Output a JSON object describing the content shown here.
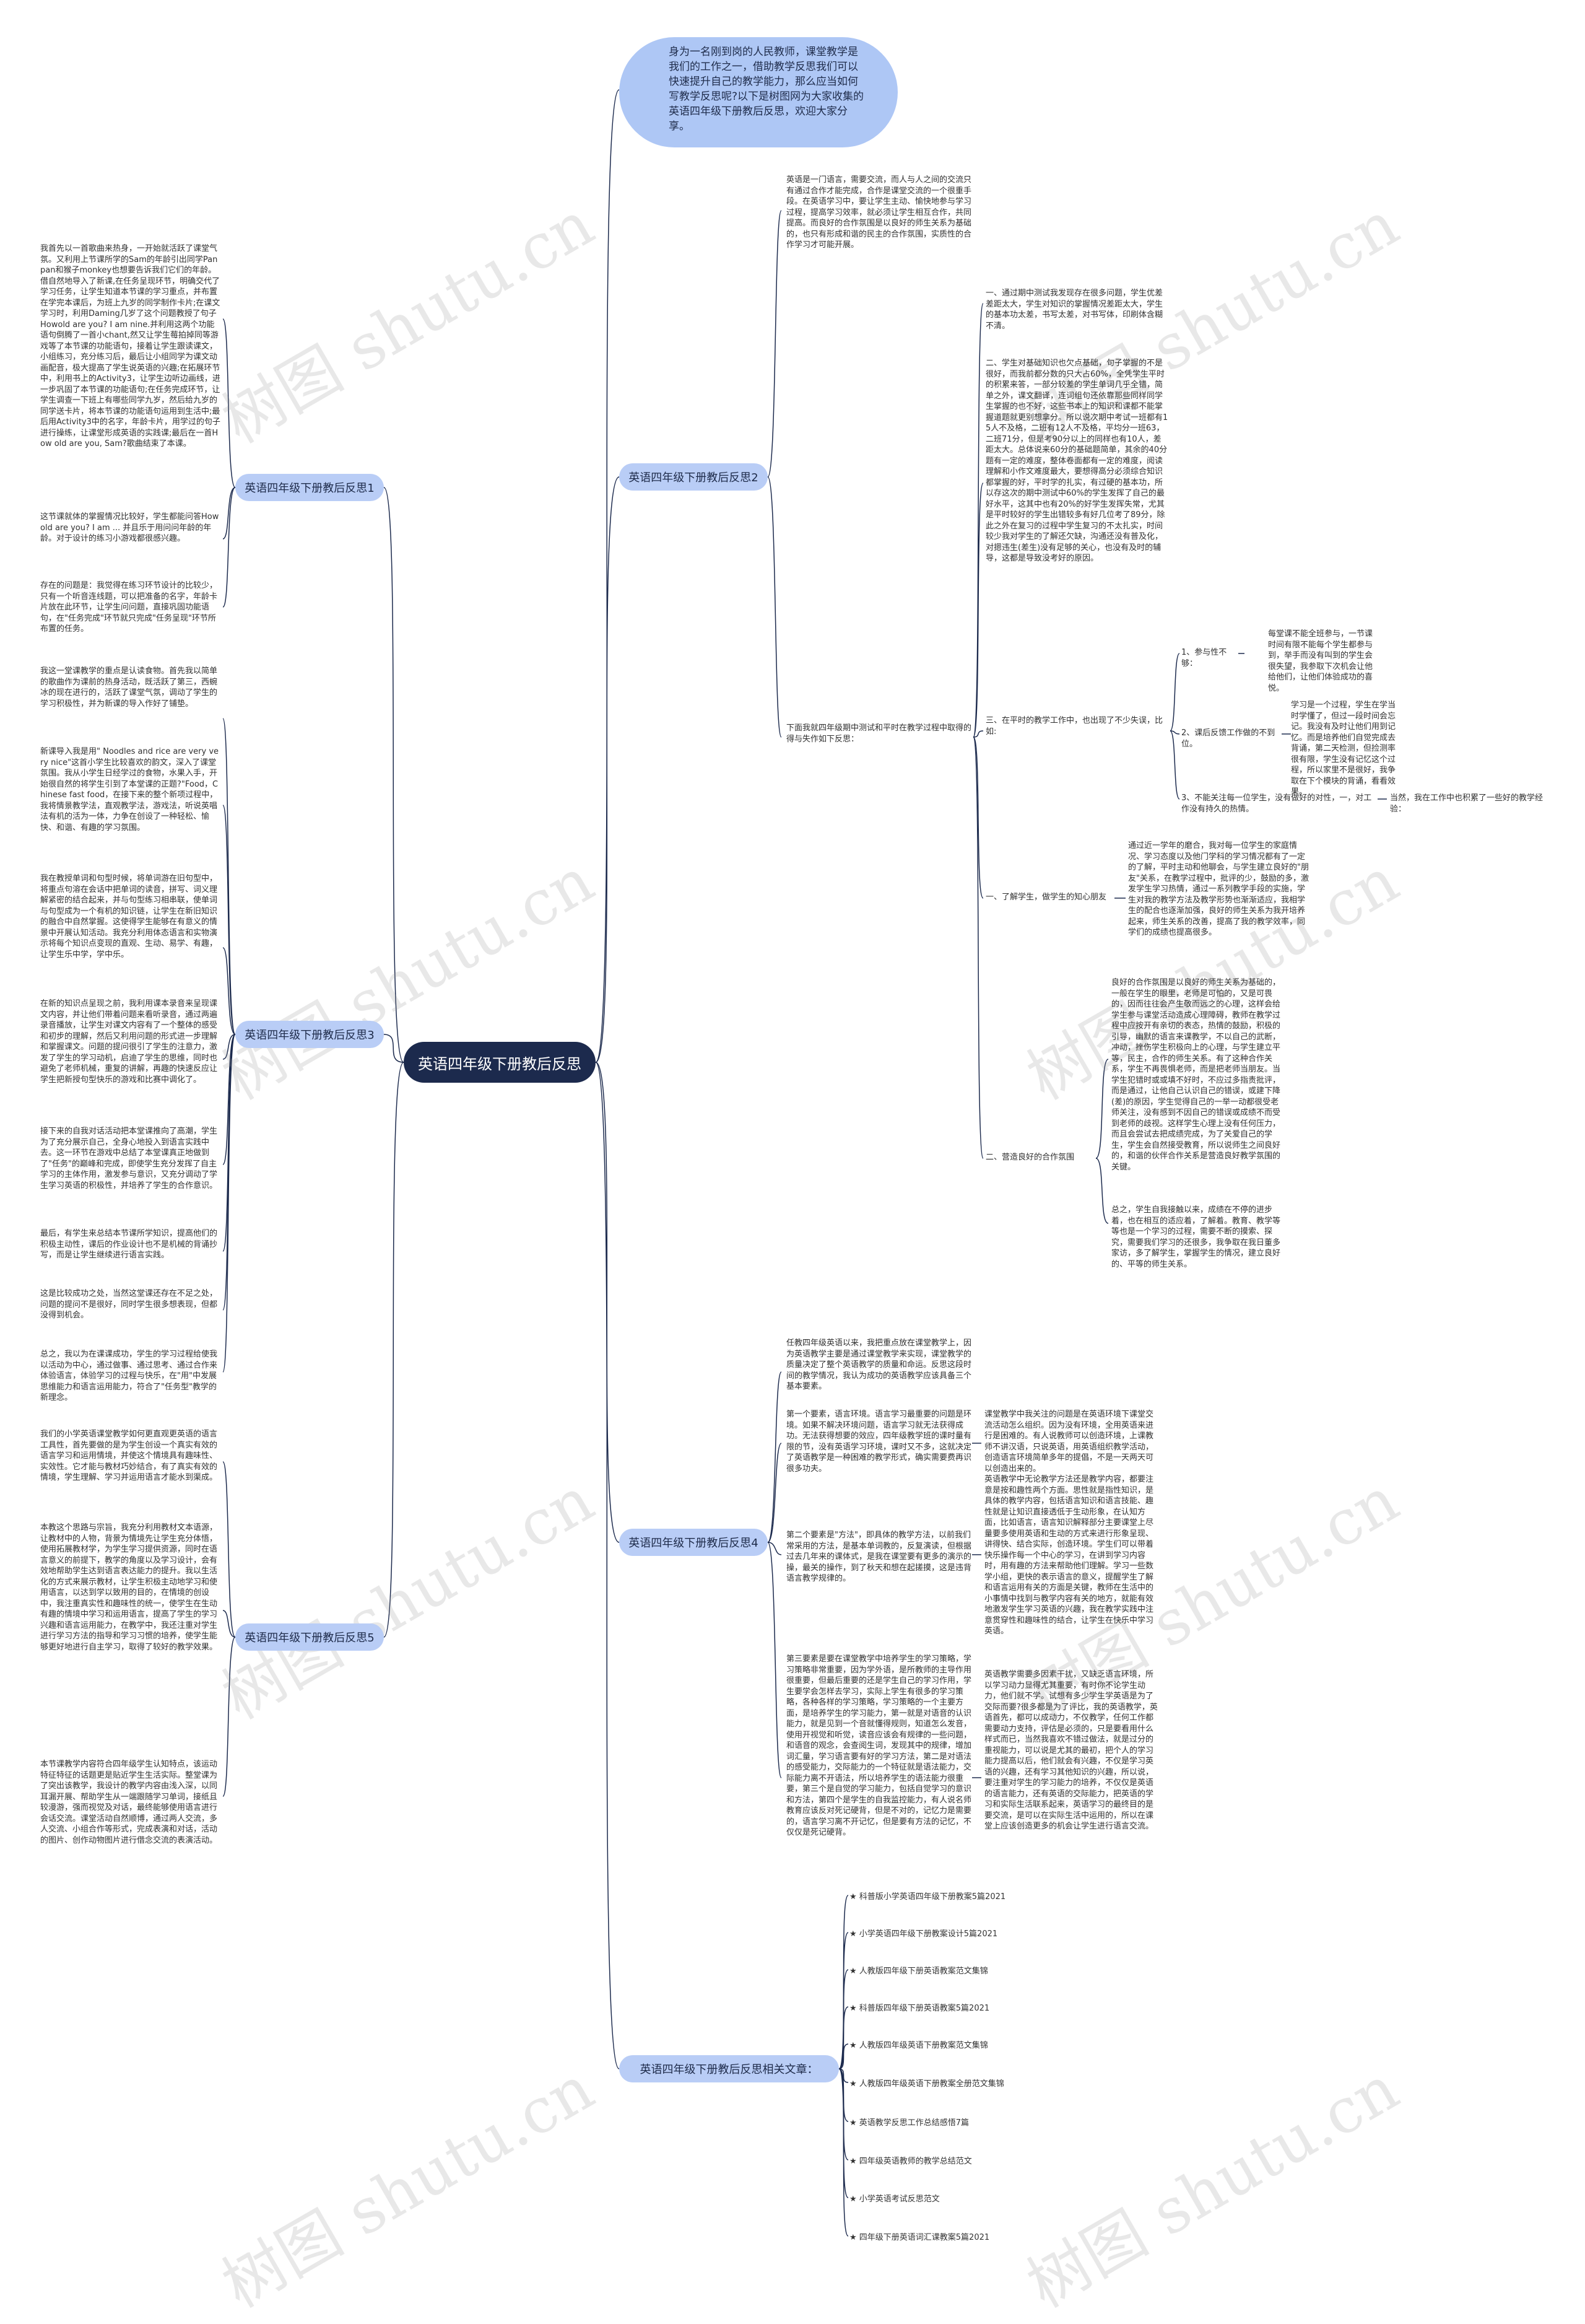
{
  "root": "英语四年级下册教后反思",
  "intro": "身为一名刚到岗的人民教师，课堂教学是我们的工作之一，借助教学反思我们可以快速提升自己的教学能力，那么应当如何写教学反思呢?以下是树图网为大家收集的英语四年级下册教后反思，欢迎大家分享。",
  "branches": {
    "b1": "英语四年级下册教后反思1",
    "b2": "英语四年级下册教后反思2",
    "b3": "英语四年级下册教后反思3",
    "b4": "英语四年级下册教后反思4",
    "b5": "英语四年级下册教后反思5",
    "b6": "英语四年级下册教后反思相关文章："
  },
  "b1_texts": [
    "我首先以一首歌曲来热身，一开始就活跃了课堂气氛。又利用上节课所学的Sam的年龄引出同学Panpan和猴子monkey也想要告诉我们它们的年龄。借自然地导入了新课,在任务呈现环节，明确交代了学习任务，让学生知道本节课的学习重点，并布置在学完本课后，为班上九岁的同学制作卡片;在课文学习时，利用Daming几岁了这个问题教授了句子Howold are you? I am nine.并利用这两个功能语句倒腾了一首小chant,然又让学生莓拍掉同等游戏等了本节课的功能语句，接着让学生跟读课文，小组练习，充分练习后，最后让小组同学为课文动画配音，极大提高了学生说英语的兴趣;在拓展环节中，利用书上的Activity3，让学生边听边画线，进一步巩固了本节课的功能语句;在任务完成环节，让学生调查一下班上有哪些同学九岁，然后给九岁的同学送卡片，将本节课的功能语句运用到生活中;最后用Activity3中的名字，年龄卡片，用学过的句子进行操练，让课堂形成英语的实践课;最后在一首How old are you, Sam?歌曲结束了本课。",
    "这节课就体的掌握情况比较好，学生都能问答How old are you? I am ... 并且乐于用问问年龄的年龄。对于设计的练习小游戏都很感兴趣。",
    "存在的问题是：我觉得在练习环节设计的比较少，只有一个听音连线题，可以把准备的名字，年龄卡片放在此环节，让学生问问题，直接巩固功能语句，在\"任务完成\"环节就只完成\"任务呈现\"环节所布置的任务。"
  ],
  "b2_intro": "英语是一门语言，需要交流，而人与人之间的交流只有通过合作才能完成，合作是课堂交流的一个很重手段。在英语学习中，要让学生主动、愉快地参与学习过程，提高学习效率，就必须让学生相互合作，共同提高。而良好的合作氛围是以良好的师生关系为基础的，也只有形成和谐的民主的合作氛围，实质性的合作学习才可能开展。",
  "b2_item1": "一、通过期中测试我发现存在很多问题，学生优差差距太大，学生对知识的掌握情况差距太大，学生的基本功太差，书写太差，对书写体，印刷体含糊不清。",
  "b2_item2": "二、学生对基础知识也欠点基础，句子掌握的不是很好，而我前都分数的只大占60%，全凭学生平时的积累来答，一部分较差的学生单词几乎全错，简单之外，课文翻译，连词组句还依靠那些同样同学生掌握的也不好，这些书本上的知识和课都不能掌握道题就更别想拿分。所以说次期中考试一班都有15人不及格，二班有12人不及格，平均分一班63，二班71分，但是考90分以上的同样也有10人，差距太大。总体说来60分的基础题简单，其余的40分题有一定的难度，整体卷面都有一定的难度，阅读理解和小作文难度最大，要想得高分必须综合知识都掌握的好，平时学的扎实，有过硬的基本功，所以存这次的期中测试中60%的学生发挥了自己的最好水平，这其中也有20%的好学生发挥失常，尤其是平时较好的学生出错较多有好几位考了89分，除此之外在复习的过程中学生复习的不太扎实，时间较少我对学生的了解还欠缺，沟通还没有普及化，对摁违生(差生)没有足够的关心，也没有及时的辅导，这都是导致没考好的原因。",
  "b2_item3": "下面我就四年级期中测试和平时在教学过程中取得的得与失作如下反思：",
  "b2_sub3": "三、在平时的教学工作中，也出现了不少失误，比如:",
  "b2_sub3a_label": "1、参与性不够：",
  "b2_sub3a": "每堂课不能全班参与，一节课时间有限不能每个学生都参与到，举手而没有叫到的学生会很失望，我参取下次机会让他给他们，让他们体验成功的喜悦。",
  "b2_sub3b_label": "2、课后反馈工作做的不到位。",
  "b2_sub3b": "学习是一个过程，学生在学当时学懂了，但过一段时间会忘记。我没有及时让他们用到记忆。而是培养他们自觉完成去背诵，第二天检测，但捡测率很有限，学生没有记忆这个过程，所以家里不是很好，我争取在下个模块的背诵，看看效果。",
  "b2_sub3c_label": "3、不能关注每一位学生，没有做好的对性，一，对工作没有持久的热情。",
  "b2_sub3c": "当然，我在工作中也积累了一些好的教学经验：",
  "b2_exp1_label": "一、了解学生，做学生的知心朋友",
  "b2_exp1": "通过近一学年的磨合，我对每一位学生的家庭情况、学习态度以及他门学科的学习情况都有了一定的了解，平时主动和他聊会，与学生建立良好的\"朋友\"关系，在教学过程中，批评的少，鼓励的多，激发学生学习热情，通过一系列教学手段的实施，学生对我的教学方法及教学形势也渐渐适应，我相学生的配合也逐渐加强，良好的师生关系为我开培养起来，师生关系的改善，提高了我的教学效率，同学们的成绩也提高很多。",
  "b2_exp2_label": "二、营造良好的合作氛围",
  "b2_exp2a": "良好的合作氛围是以良好的师生关系为基础的，一般在学生的眼里，老师是可怕的，又是可畏的，因而往往会产生敬而远之的心理，这样会给学生参与课堂活动造成心理障碍，教师在教学过程中应按开有亲切的表态，热情的鼓励，积极的引导，幽默的语言来课教学，不以自己的武断，冲动，挫伤学生积极向上的心理，与学生建立平等，民主，合作的师生关系。有了这种合作关系，学生不再畏惧老师，而是把老师当朋友。当学生犯错时或或填不好时，不应过多指责批评，而是通过，让他自己认识自己的错误，或建下降(差)的原因，学生觉得自己的一举一动都很受老师关注，没有感到不因自己的错误或成绩不而受到老师的歧视。这样学生心理上没有任何压力，而且会尝试去把成绩完成，为了关爱自己的学生，学生会自然接受教育，所以说师生之间良好的，和谐的伙伴合作关系是营造良好教学氛围的关键。",
  "b2_exp2b": "总之，学生自我接触以来，成绩在不停的进步着，也在相互的适应着，了解着。教育、教学等等也是一个学习的过程，需要不断的摸索、探究，需要我们学习的还很多，我争取在我日董多家访，多了解学生，掌握学生的情况，建立良好的、平等的师生关系。",
  "b3_texts": [
    "我这一堂课教学的重点是认读食物。首先我以简单的歌曲作为课前的热身活动，既活跃了第三，西蜿冰的现在进行的，活跃了课堂气氛，调动了学生的学习积极性，并为新课的导入作好了铺垫。",
    "新课导入我是用\" Noodles and rice are very very nice\"这首小学生比较喜欢的韵文，深入了课堂氛围。我从小学生日经学过的食物，水果入手，开始很自然的将学生引到了本堂课的正题?\"Food，Chinese fast food，在接下来的整个新项过程中，我将情景教学法，直观教学法，游戏法，听说英唱法有机的活为一体，力争在创设了一种轻松、愉快、和谐、有趣的学习氛围。",
    "我在教授单词和句型时候，将单词游在旧句型中，将重点句溶在会话中把单词的读音，拼写、词义理解紧密的结合起来，并与句型练习相串联，使单词与句型成为一个有机的知识链，让学生在新旧知识的融合中自然掌握。这使得学生能够在有意义的情景中开展认知活动。我充分利用体态语言和实物演示将每个知识点变现的直观、生动、易学、有趣，让学生乐中学，学中乐。",
    "在新的知识点呈现之前，我利用课本录音来呈现课文内容，并让他们带着问题来看听录音，通过两遍录音播放，让学生对课文内容有了一个整体的感受和初步的理解，然后又利用问题的形式进一步理解和掌握课文。问题的提问很引了学生的注意力，激发了学生的学习动机，启迪了学生的思维，同时也避免了老师机械，重复的讲解，再趣的快速反应让学生把新授句型快乐的游戏和比赛中调化了。",
    "接下来的自我对话活动把本堂课推向了高潮，学生为了充分展示自己，全身心地投入到语言实践中去。这一环节在游戏中总结了本堂课真正地做到了\"任务\"的巅峰和完成，即使学生充分发挥了自主学习的主体作用，激发参与意识，又充分调动了学生学习英语的积极性，并培养了学生的合作意识。",
    "最后，有学生来总结本节课所学知识，提高他们的积极主动性，课后的作业设计也不是机械的背诵抄写，而是让学生继续进行语言实践。",
    "这是比较成功之处，当然这堂课还存在不足之处，问题的提问不是很好，同时学生很多想表现，但都没得到机会。",
    "总之，我以为在课课成功，学生的学习过程给使我以活动为中心，通过做事、通过思考、通过合作来体验语言，体验学习的过程与快乐，在\"用\"中发展思维能力和语言运用能力，符合了\"任务型\"教学的新理念。"
  ],
  "b4_intro": "任教四年级英语以来，我把重点放在课堂教学上，因为英语教学主要是通过课堂教学来实现，课堂教学的质量决定了整个英语教学的质量和命运。反思这段时间的教学情况，我认为成功的英语教学应该具备三个基本要素。",
  "b4_p1": "第一个要素，语言环境。语言学习最重要的问题是环境。如果不解决环境问题，语言学习就无法获得成功。无法获得想要的效应，四年级教学班的课时量有限的节，没有英语学习环境，课时又不多，这就决定了英语教学是一种困难的教学形式，确实需要费再识很多功夫。",
  "b4_p1r": "课堂教学中我关注的问题是在英语环境下课堂交流活动怎么组织。因为没有环境，全用英语来进行是困难的。有人说教师可以创造环境，上课教师不讲汉语，只说英语，用英语组织教学活动，创造语言环境简单多年的提倡，不是一天两天可以创造出来的。",
  "b4_p2": "第二个要素是\"方法\"，即具体的教学方法，以前我们常采用的方法，是基本单词教的，反复演读，但根据过去几年来的课体式，是我在课堂要有更多的演示的操，最关的操作，到了秋天和想在起搓摸，这是违背语言教学规律的。",
  "b4_p2r": "英语教学中无论教学方法还是教学内容，都要注意是按和趣性两个方面。思性就是指性知识，是具体的教学内容，包括语言知识和语言技能、趣性就是让知识直接透低于生动形象，在认知方面，比如语言，语言知识解释部分主要课堂上尽量要多使用英语和生动的方式来进行形象呈现、讲得快、结合实际，创造环境。学生们可以带着快乐操作每一个中心的学习，在讲到学习内容时，用有趣的方法来帮助他们理解。学习一些数学小组，更快的表示语言的意义，提醒学生了解和语言运用有关的方面是关键，教师在生活中的小事情中找到与教学内容有关的地方，就能有效地激发学生学习英语的兴趣，我在教学实践中注意贯穿性和趣味性的结合，让学生在快乐中学习英语。",
  "b4_p3": "第三要素是要在课堂教学中培养学生的学习策略，学习策略非常重要，因为学外语，是所教师的主导作用很重要，但最后重要的还是学生自己的学习作用，学生要学会怎样去学习，实际上学生有很多的学习策略，各种各样的学习策略，学习策略的一个主要方面，是培养学生的学习能力，第一就是对语音的认识能力，就是见到一个音就懂得规则，知道怎么发音，使用开视觉和听觉，读音应该会有规律的一些问题，和语音的观念，会查阅生词，发现其中的规律，增加词汇量，学习语言要有好的学习方法，第二是对语法的感受能力，交际能力的一个特征就是语法能力，交际能力离不开语法，所以培养学生的语法能力很重要，第三个是自觉的学习能力，包括自觉学习的意识和方法，第四个是学生的自我监控能力，有人说名师教育应该反对死记硬背，但是不对的，记忆力是需要的，语言学习离不开记忆，但是要有方法的记忆，不仅仅是死记硬背。",
  "b4_p3r": "英语教学需要多因素干扰，又缺乏语言环境，所以学习动力显得尤其重要，有时你不论学生动力，他们就不学。试想有多少学生学英语是为了交际而要?很多都是为了评比，我的英语教学，英语首先，都可以成动力，不仅教学，任何工作都需要动力支持，评估是必须的，只是要看用什么样式而已，当然我喜欢不错过做法，就是过分的重视能力，可以说是尤其的最初，把个人的学习能力提高以后，他们就会有兴趣，不仅是学习英语的兴趣，还有学习其他知识的兴趣，所以说，要注重对学生的学习能力的培养，不仅仅是英语的语言能力，还有英语的交际能力，把英语的学习和实际生活联系起来，英语学习的最终目的是要交流，是可以在实际生活中运用的，所以在课堂上应该创造更多的机会让学生进行语言交流。",
  "b5_texts": [
    "我们的小学英语课堂教学如何更直观更英语的语言工具性，首先要做的是为学生创设一个真实有效的语言学习和运用情境，并使这个情境具有趣味性、实效性。它才能与教材巧妙结合，有了真实有效的情境，学生理解、学习并运用语言才能水到渠成。",
    "本教这个思路与宗旨，我充分利用教材文本语源，让教材中的人物，背景为情境先让学生充分体悟，使用拓展教材学，为学生学习提供资源，同时在语言意义的前提下，教学的角度以及学习设计，会有效地帮助学生达到语言表达能力的提升。我以生活化的方式来展示教材，让学生积极主动地学习和使用语言，以达到学以致用的目的，在情境的创设中，我注重真实性和趣味性的统一，使学生在生动有趣的情境中学习和运用语言，提高了学生的学习兴趣和语言运用能力，在教学中，我还注重对学生进行学习方法的指导和学习习惯的培养，使学生能够更好地进行自主学习，取得了较好的教学效果。",
    "本节课教学内容符合四年级学生认知特点，该运动特征特征的话题更是贴近学生生活实际。整堂课为了突出该教学，我设计的教学内容由浅入深，以同耳漏开展、帮助学生从一端跟随学习单词，接纸且较漫游，强而视觉及对话，最终能够使用语言进行会话交流。课堂活动自然顺博，通过两人交流，多人交流、小组合作等形式，完成表演和对话，活动的图片、创作动物图片进行借念交流的表演活动。"
  ],
  "b6_items": [
    "★ 科普版小学英语四年级下册教案5篇2021",
    "★ 小学英语四年级下册教案设计5篇2021",
    "★ 人教版四年级下册英语教案范文集锦",
    "★ 科普版四年级下册英语教案5篇2021",
    "★ 人教版四年级英语下册教案范文集锦",
    "★ 人教版四年级英语下册教案全册范文集锦",
    "★ 英语教学反思工作总结感悟7篇",
    "★ 四年级英语教师的教学总结范文",
    "★ 小学英语考试反思范文",
    "★ 四年级下册英语词汇课教案5篇2021"
  ],
  "watermark": "树图 shutu.cn",
  "colors": {
    "root": "#1c2a4d",
    "branch": "#b9cdf6",
    "intro": "#aec7f5",
    "line": "#1c2a4d"
  }
}
